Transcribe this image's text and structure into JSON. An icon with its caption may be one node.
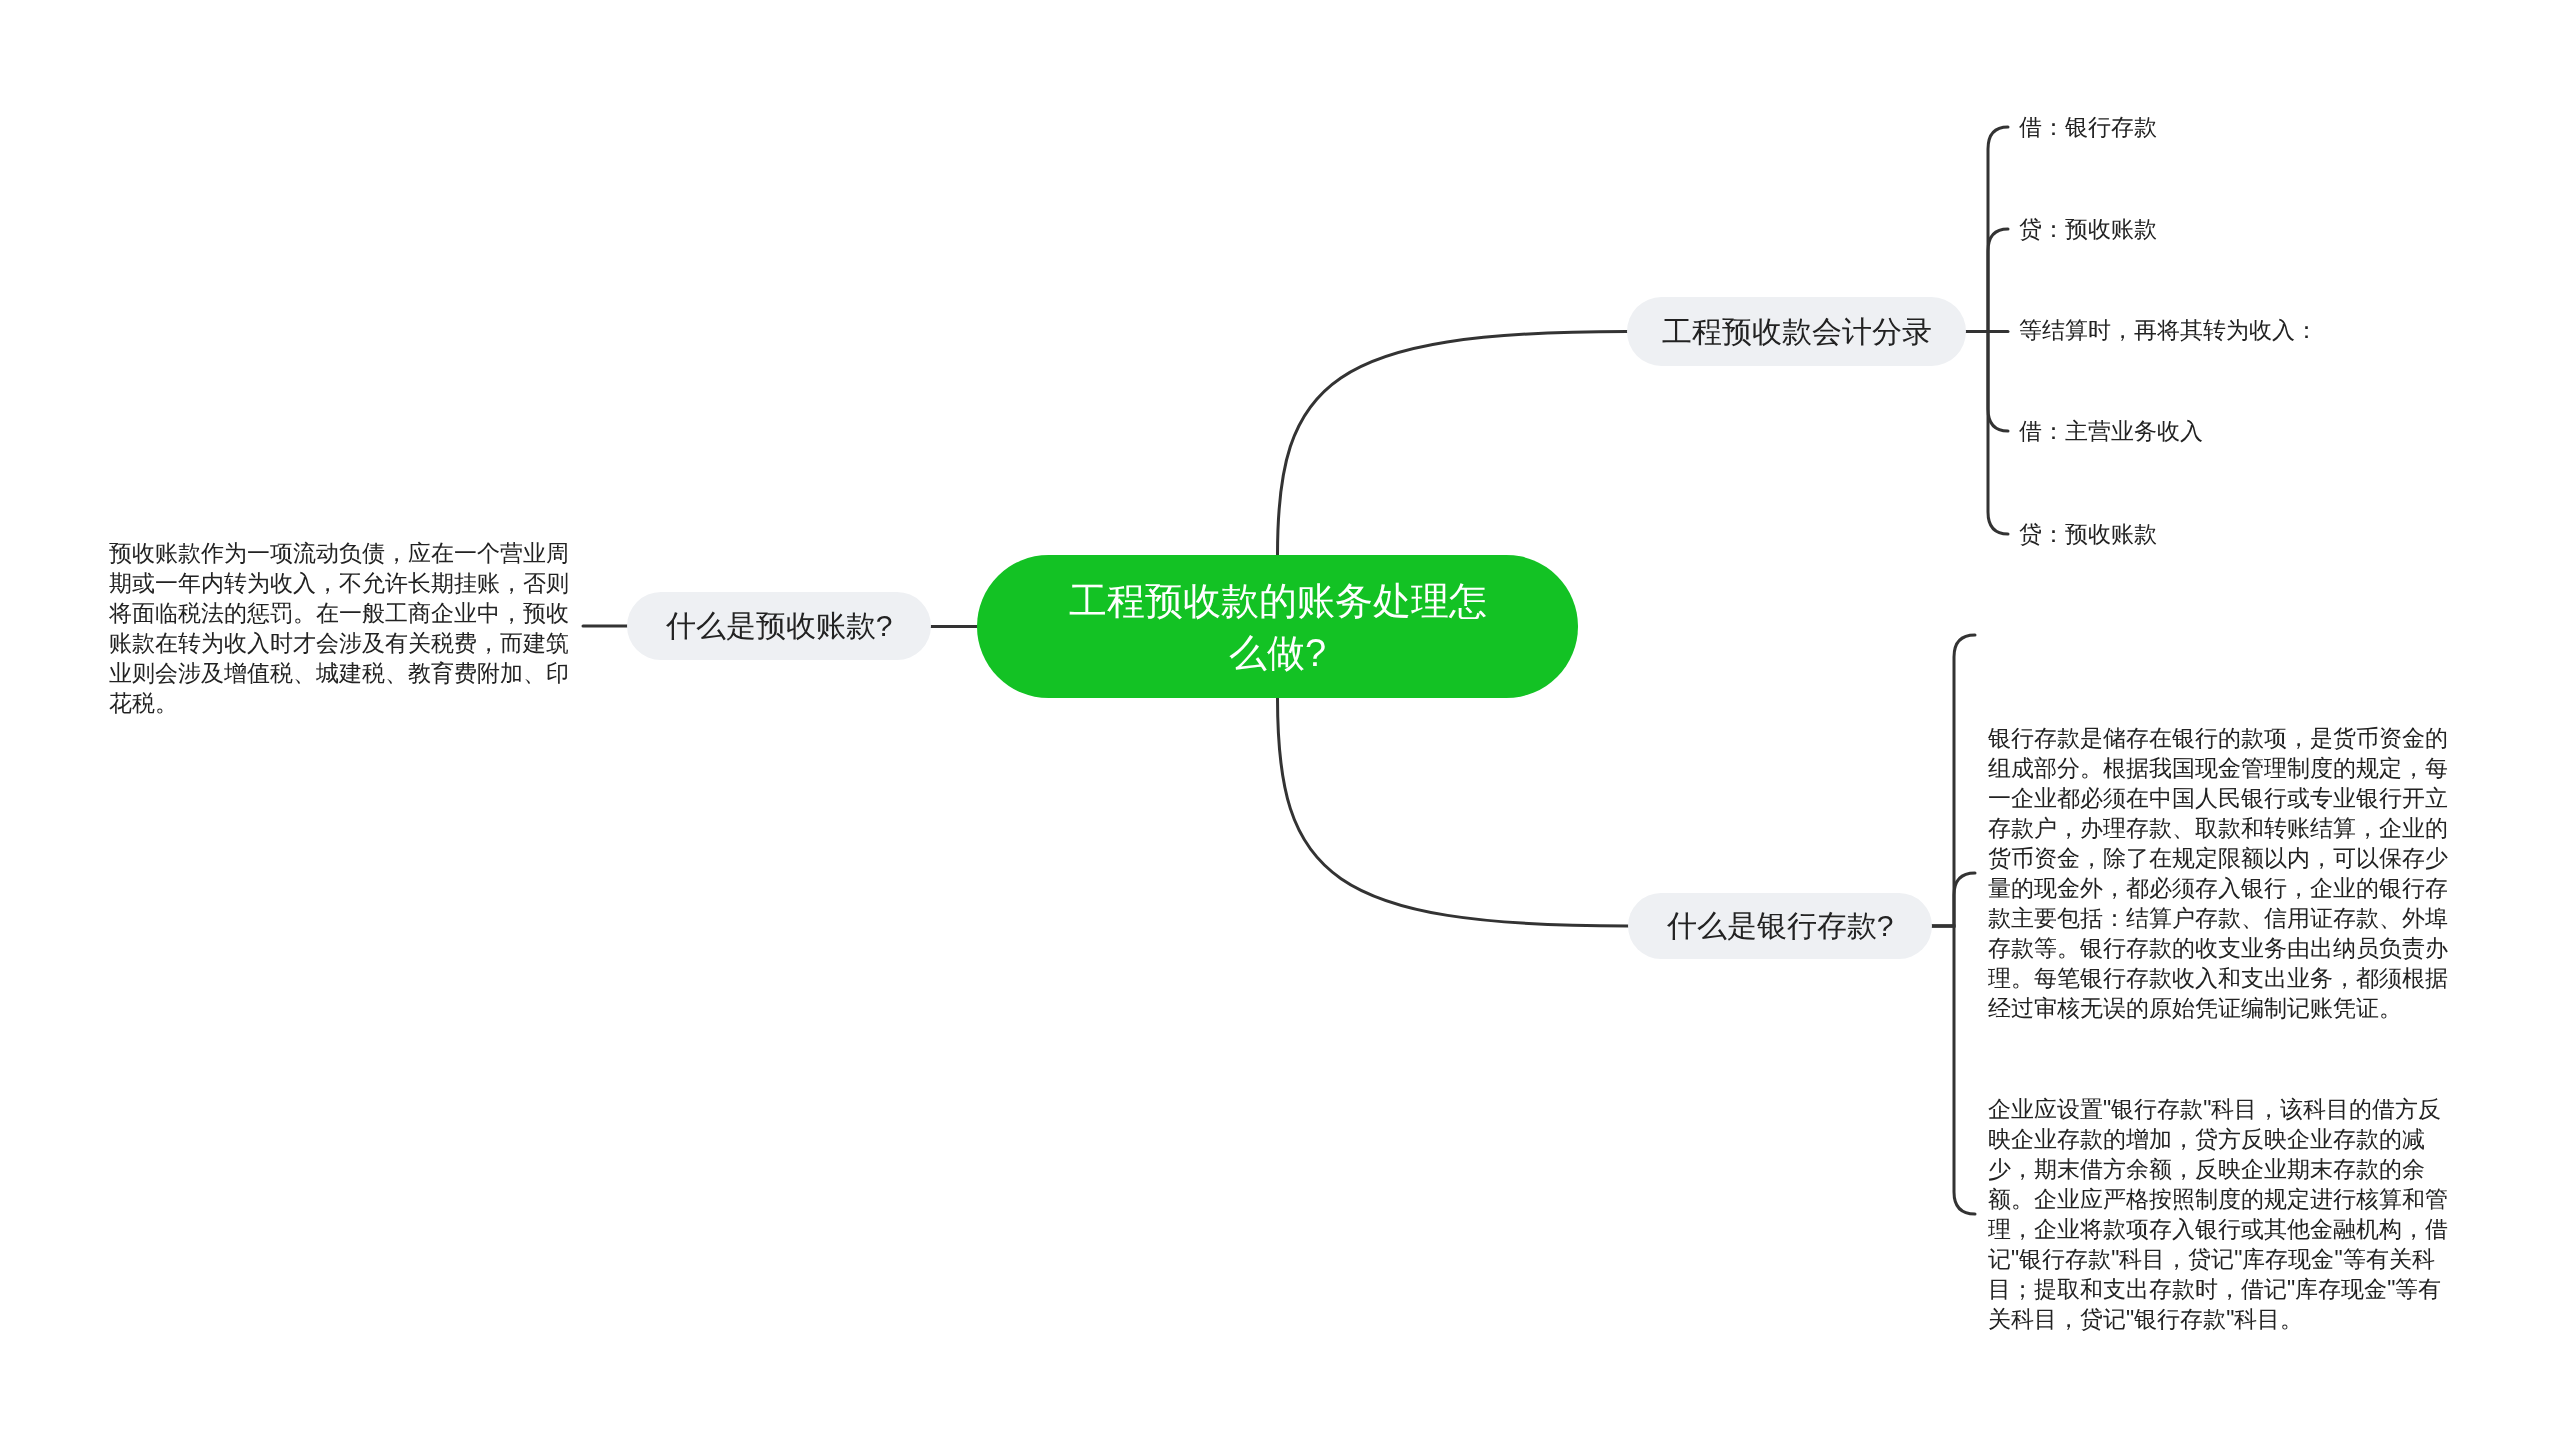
{
  "diagram": {
    "nodes": [
      {
        "text": [
          "工程预收款的账务处理怎么做?"
        ]
      },
      {
        "text": [
          "工程预收款会计分录"
        ]
      },
      {
        "text": [
          "借：银行存款"
        ]
      },
      {
        "text": [
          "贷：预收账款"
        ]
      },
      {
        "text": [
          "等结算时，再将其转为收入："
        ]
      },
      {
        "text": [
          "借：主营业务收入"
        ]
      },
      {
        "text": [
          "贷：预收账款"
        ]
      },
      {
        "text": [
          "什么是银行存款?"
        ]
      },
      {
        "text": [
          "银行存款是储存在银行的款项，是货币资金的组成部分。根据我国现金管理制度的规定，每一企业都必须在中国人民银行或专业银行开立存款户，办理存款、取款和转账结算，企业的货币资金，除了在规定限额以内，可以保存少量的现金外，都必须存入银行，企业的银行存款主要包括：结算户存款、信用证存款、外埠存款等。银行存款的收支业务由出纳员负责办理。每笔银行存款收入和支出业务，都须根据经过审核无误的原始凭证编制记账凭证。"
        ]
      },
      {
        "text": [
          "企业应设置\"银行存款\"科目，该科目的借方反映企业存款的增加，贷方反映企业存款的减少，期末借方余额，反映企业期末存款的余额。企业应严格按照制度的规定进行核算和管理，企业将款项存入银行或其他金融机构，借记\"银行存款\"科目，贷记\"库存现金\"等有关科目；提取和支出存款时，借记\"库存现金\"等有关科目，贷记\"银行存款\"科目。"
        ]
      },
      {
        "text": [
          "什么是预收账款?"
        ]
      },
      {
        "text": [
          "预收账款作为一项流动负债，应在一个营业周期或一年内转为收入，不允许长期挂账，否则将面临税法的惩罚。在一般工商企业中，预收账款在转为收入时才会涉及有关税费，而建筑业则会涉及增值税、城建税、教育费附加、印花税。"
        ]
      }
    ],
    "edges": [
      {
        "from": 0,
        "to": 1,
        "arrow": "none"
      },
      {
        "from": 1,
        "to": 2,
        "arrow": "none"
      },
      {
        "from": 1,
        "to": 3,
        "arrow": "none"
      },
      {
        "from": 1,
        "to": 4,
        "arrow": "none"
      },
      {
        "from": 1,
        "to": 5,
        "arrow": "none"
      },
      {
        "from": 1,
        "to": 6,
        "arrow": "none"
      },
      {
        "from": 0,
        "to": 7,
        "arrow": "none"
      },
      {
        "from": 7,
        "to": null,
        "arrow": "none"
      },
      {
        "from": 7,
        "to": 8,
        "arrow": "none"
      },
      {
        "from": 7,
        "to": 9,
        "arrow": "none"
      },
      {
        "from": 0,
        "to": 10,
        "arrow": "none"
      },
      {
        "from": 10,
        "to": 11,
        "arrow": "none"
      }
    ]
  }
}
